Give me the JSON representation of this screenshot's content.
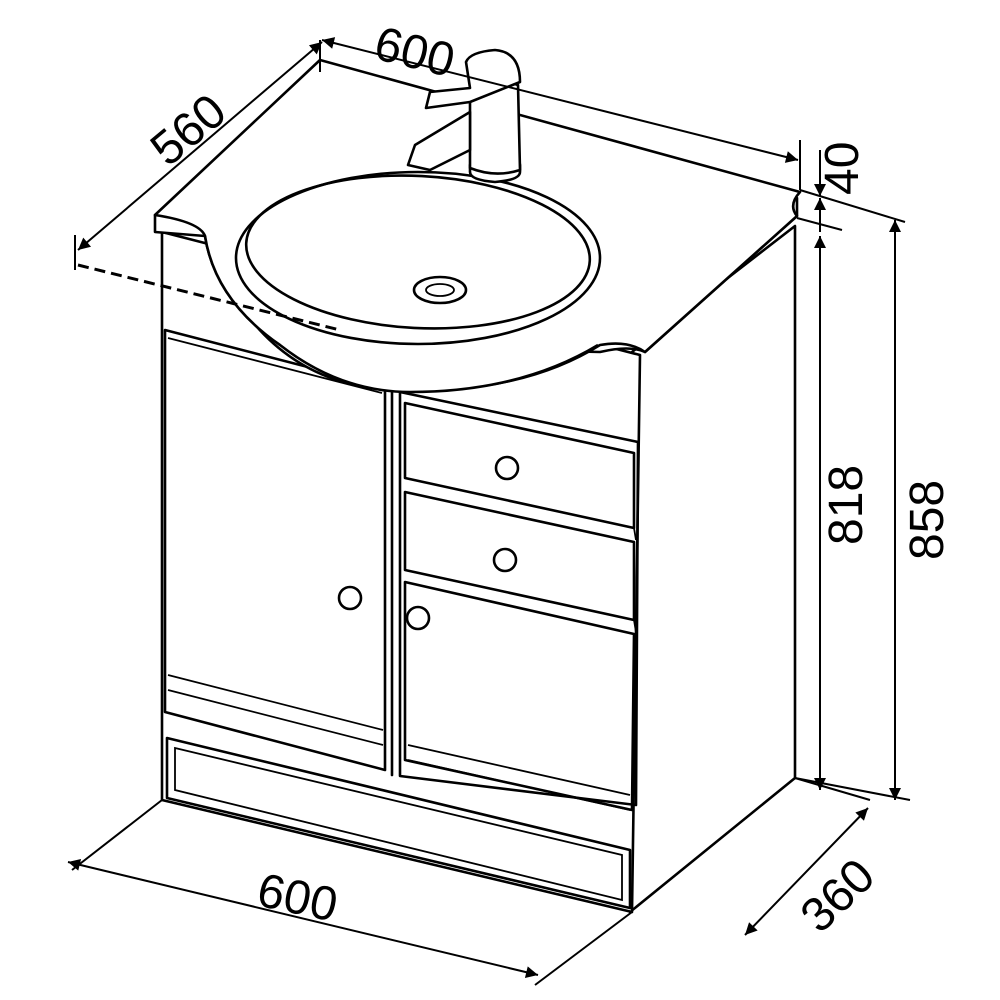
{
  "dimensions": {
    "top_width": "600",
    "top_depth": "560",
    "top_thickness": "40",
    "cabinet_height": "818",
    "total_height": "858",
    "base_width": "600",
    "base_depth": "360"
  }
}
